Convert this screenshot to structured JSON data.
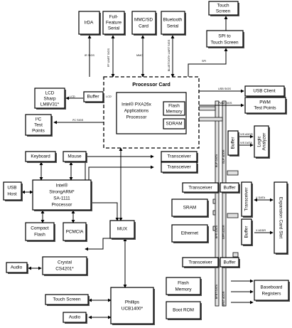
{
  "blocks": {
    "irda": "IrDA",
    "full_feature_serial": [
      "Full-",
      "Feature",
      "Serial"
    ],
    "mmc_sd": [
      "MMC/SD",
      "Card"
    ],
    "bluetooth": [
      "Bluetooth",
      "Serial"
    ],
    "touch_screen_top": [
      "Touch",
      "Screen"
    ],
    "spi_touch": [
      "SPI to",
      "Touch Screen"
    ],
    "lcd_sharp": [
      "LCD",
      "Sharp",
      "LM8V31*"
    ],
    "buffer": "Buffer",
    "processor_card": "Processor Card",
    "pxa26x": [
      "Intel® PXA26x",
      "Applications",
      "Processor"
    ],
    "flash_memory": [
      "Flash",
      "Memory"
    ],
    "sdram": "SDRAM",
    "usb_client": "USB Client",
    "pwm": [
      "PWM",
      "Test Points"
    ],
    "i2c": [
      "I²C",
      "Test",
      "Points"
    ],
    "logic_analyzer": [
      "Logic",
      "Analyzer"
    ],
    "keyboard": "Keyboard",
    "mouse": "Mouse",
    "transceiver": "Transceiver",
    "usb_host": [
      "USB",
      "Host"
    ],
    "strongarm": [
      "Intel®",
      "StrongARM*",
      "SA-1111",
      "Processor"
    ],
    "compact_flash": [
      "Compact",
      "Flash"
    ],
    "pcmcia": "PCMCIA",
    "mux": "MUX",
    "sram": "SRAM",
    "ethernet": "Ethernet",
    "expansion": "Expansion Card Slot",
    "audio": "Audio",
    "crystal": [
      "Crystal",
      "CS4201*"
    ],
    "touch_screen": "Touch Screen",
    "philips": [
      "Phillips",
      "UCB1400*"
    ],
    "boot_rom": "Boot ROM",
    "baseboard": [
      "Baseboard",
      "Registers"
    ]
  },
  "signals": {
    "ir_sigs": "IR SIGS",
    "ff_uart": "FF UART SIGS",
    "mmc": "MMC",
    "bluetooth_uart": "BLUETOOTH UART SIGS",
    "spi": "SPI",
    "lcd": "LCD",
    "lcd_prime": "LCD'",
    "usb_sigs": "USB SIGS",
    "pwm_sigs": "PWM SIGS",
    "i2c_sigs": "I²C SIGS",
    "vis_addr": "VIS ADDR",
    "vis_data": "VIS DATA",
    "buf_data": "BUF DATA",
    "buf_addr": "BUF ADDR",
    "x_data": "X DATA",
    "x_addr": "X ADDR",
    "bpr_data": "BPR DATA",
    "bpr_addr": "BPR ADDR",
    "bfbt_data": "BFBT DATA",
    "bfbt_addr": "BFBT ADDR"
  }
}
